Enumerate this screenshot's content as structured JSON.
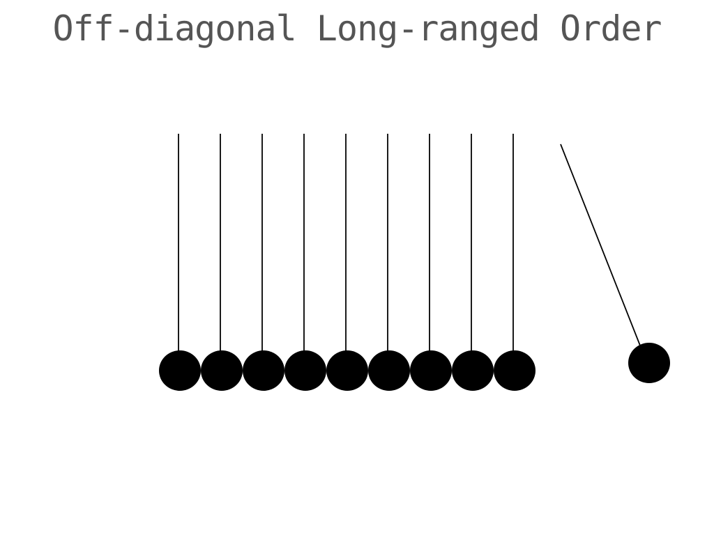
{
  "title": "Off-diagonal Long-ranged Order",
  "diagram": {
    "hanging_pendulum_count": 9,
    "swung_pendulum_count": 1,
    "colors": {
      "string": "#000000",
      "ball": "#000000",
      "title": "#555555"
    }
  }
}
